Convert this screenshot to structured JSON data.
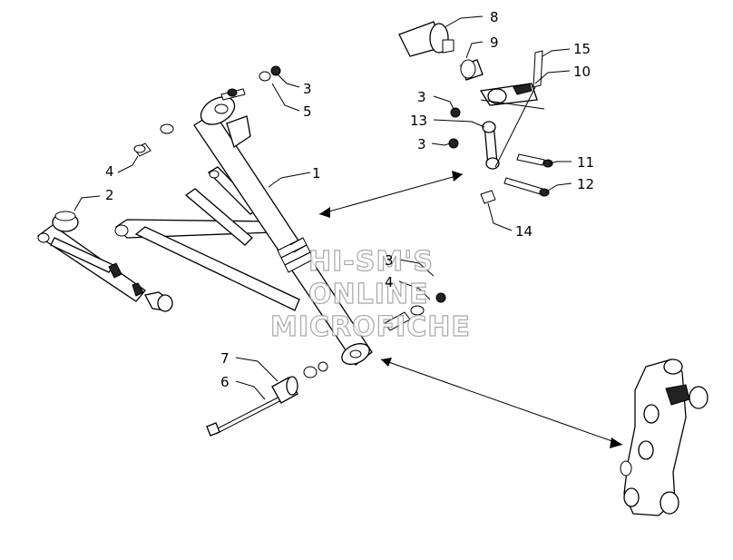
{
  "diagram": {
    "labels": {
      "p1": "1",
      "p2": "2",
      "p3a": "3",
      "p3b": "3",
      "p3c": "3",
      "p3d": "3",
      "p4a": "4",
      "p4b": "4",
      "p5": "5",
      "p6": "6",
      "p7": "7",
      "p8": "8",
      "p9": "9",
      "p10": "10",
      "p11": "11",
      "p12": "12",
      "p13": "13",
      "p14": "14",
      "p15": "15"
    },
    "watermark": {
      "line1": "HI-SM'S",
      "line2": "ONLINE",
      "line3": "MICROFICHE"
    }
  }
}
